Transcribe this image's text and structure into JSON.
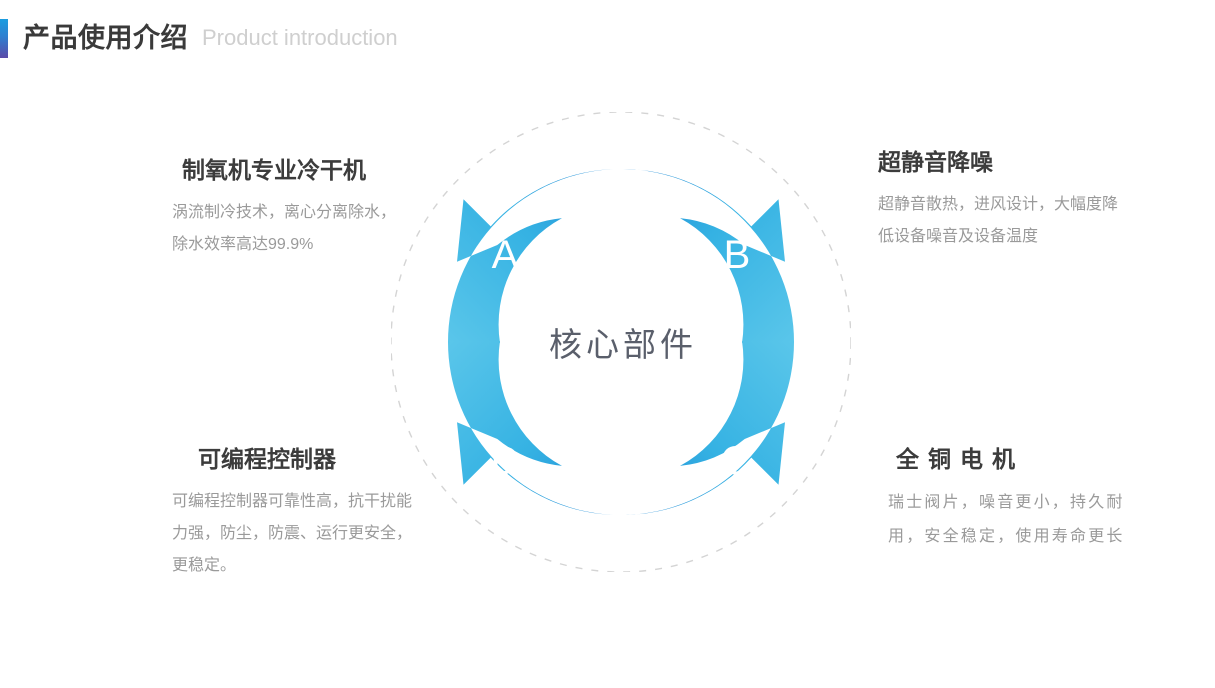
{
  "header": {
    "title": "产品使用介绍",
    "subtitle": "Product introduction",
    "marker_color_top": "#1b9de0",
    "marker_color_bottom": "#5b4aa8"
  },
  "diagram": {
    "center_label": "核心部件",
    "outer_dashed_circle": true,
    "segments": [
      {
        "id": "A",
        "label": "A",
        "position": "top-left"
      },
      {
        "id": "B",
        "label": "B",
        "position": "top-right"
      },
      {
        "id": "C",
        "label": "C",
        "position": "bottom-right"
      },
      {
        "id": "D",
        "label": "D",
        "position": "bottom-left"
      }
    ],
    "colors": {
      "light": "#55c3e8",
      "mid": "#28a8df",
      "dark": "#1f7fd0",
      "dashed_circle": "#d2d2d2",
      "center_text": "#5a5f6b"
    }
  },
  "features": [
    {
      "key": "a",
      "letter": "A",
      "title": "制氧机专业冷干机",
      "body": "涡流制冷技术，离心分离除水，除水效率高达99.9%"
    },
    {
      "key": "b",
      "letter": "B",
      "title": "超静音降噪",
      "body": "超静音散热，进风设计，大幅度降低设备噪音及设备温度"
    },
    {
      "key": "c",
      "letter": "D",
      "title": "可编程控制器",
      "body": "可编程控制器可靠性高，抗干扰能力强，防尘，防震、运行更安全，更稳定。"
    },
    {
      "key": "d",
      "letter": "C",
      "title": "全铜电机",
      "body": "瑞士阀片，噪音更小，持久耐用，安全稳定，使用寿命更长"
    }
  ]
}
